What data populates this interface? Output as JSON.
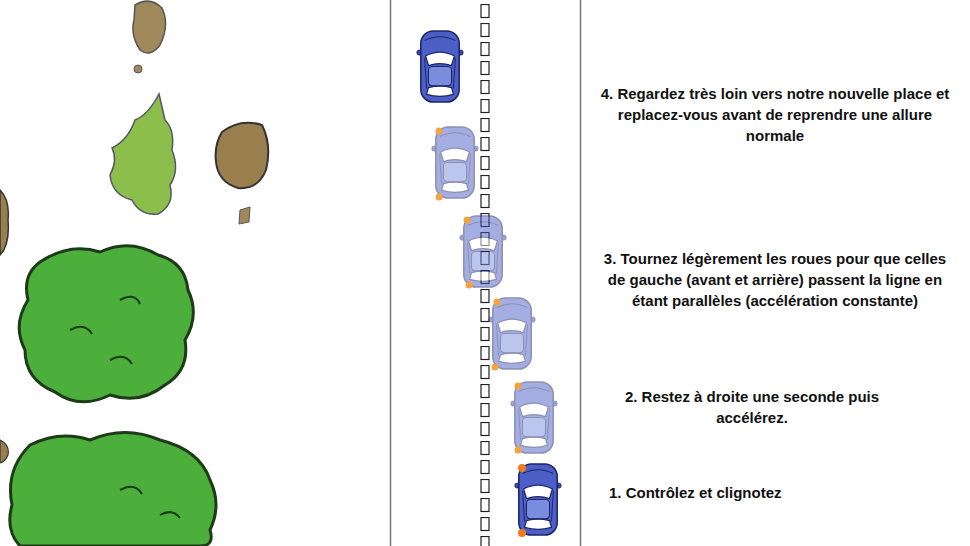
{
  "diagram": {
    "labels": [
      "4. Regardez très loin vers notre nouvelle place et replacez-vous avant de reprendre une allure normale",
      "3. Tournez légèrement les roues pour que celles de gauche (avant et arrière) passent la ligne en étant parallèles (accélération constante)",
      "2. Restez à droite une seconde puis accélérez.",
      "1. Contrôlez et clignotez"
    ]
  }
}
